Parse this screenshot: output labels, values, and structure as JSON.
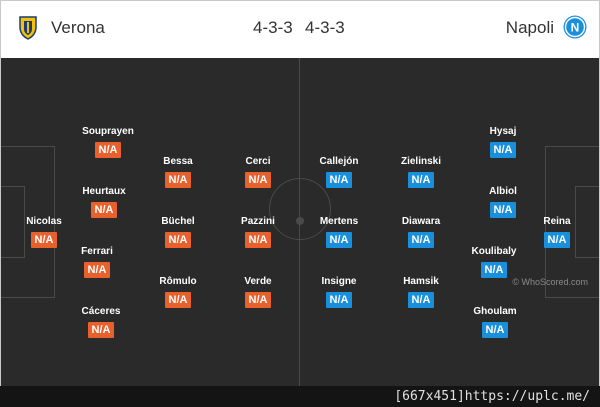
{
  "home": {
    "name": "Verona",
    "formation": "4-3-3",
    "crest_icon": "verona-crest-icon",
    "color": "#e8602c",
    "players": [
      {
        "name": "Nicolas",
        "rating": "N/A"
      },
      {
        "name": "Souprayen",
        "rating": "N/A"
      },
      {
        "name": "Heurtaux",
        "rating": "N/A"
      },
      {
        "name": "Ferrari",
        "rating": "N/A"
      },
      {
        "name": "Cáceres",
        "rating": "N/A"
      },
      {
        "name": "Bessa",
        "rating": "N/A"
      },
      {
        "name": "Büchel",
        "rating": "N/A"
      },
      {
        "name": "Rômulo",
        "rating": "N/A"
      },
      {
        "name": "Cerci",
        "rating": "N/A"
      },
      {
        "name": "Pazzini",
        "rating": "N/A"
      },
      {
        "name": "Verde",
        "rating": "N/A"
      }
    ]
  },
  "away": {
    "name": "Napoli",
    "formation": "4-3-3",
    "crest_icon": "napoli-crest-icon",
    "color": "#1a8fdb",
    "players": [
      {
        "name": "Reina",
        "rating": "N/A"
      },
      {
        "name": "Hysaj",
        "rating": "N/A"
      },
      {
        "name": "Albiol",
        "rating": "N/A"
      },
      {
        "name": "Koulibaly",
        "rating": "N/A"
      },
      {
        "name": "Ghoulam",
        "rating": "N/A"
      },
      {
        "name": "Zielinski",
        "rating": "N/A"
      },
      {
        "name": "Diawara",
        "rating": "N/A"
      },
      {
        "name": "Hamsik",
        "rating": "N/A"
      },
      {
        "name": "Callejón",
        "rating": "N/A"
      },
      {
        "name": "Mertens",
        "rating": "N/A"
      },
      {
        "name": "Insigne",
        "rating": "N/A"
      }
    ]
  },
  "watermark": "© WhoScored.com",
  "footer": "[667x451]https://uplc.me/"
}
